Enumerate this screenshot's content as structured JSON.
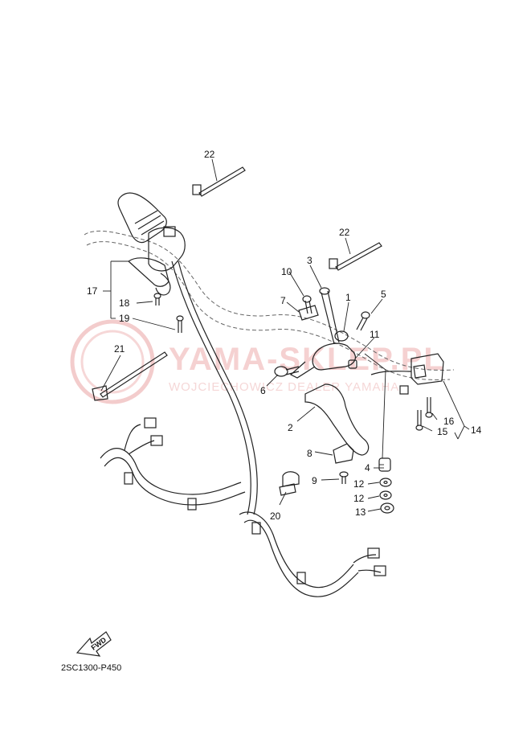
{
  "diagram": {
    "callouts": {
      "c1": "1",
      "c2": "2",
      "c3": "3",
      "c4": "4",
      "c5": "5",
      "c6": "6",
      "c7": "7",
      "c8": "8",
      "c9": "9",
      "c10": "10",
      "c11": "11",
      "c12a": "12",
      "c12b": "12",
      "c13": "13",
      "c14": "14",
      "c15": "15",
      "c16": "16",
      "c17": "17",
      "c18": "18",
      "c19": "19",
      "c20": "20",
      "c21": "21",
      "c22a": "22",
      "c22b": "22"
    },
    "drawing_code": "2SC1300-P450",
    "fwd_label": "FWD"
  },
  "watermark": {
    "main": "YAMA-SKLEP.PL",
    "sub": "WOJCIECHOWICZ DEALER YAMAHA",
    "color": "#e9a3a3"
  }
}
